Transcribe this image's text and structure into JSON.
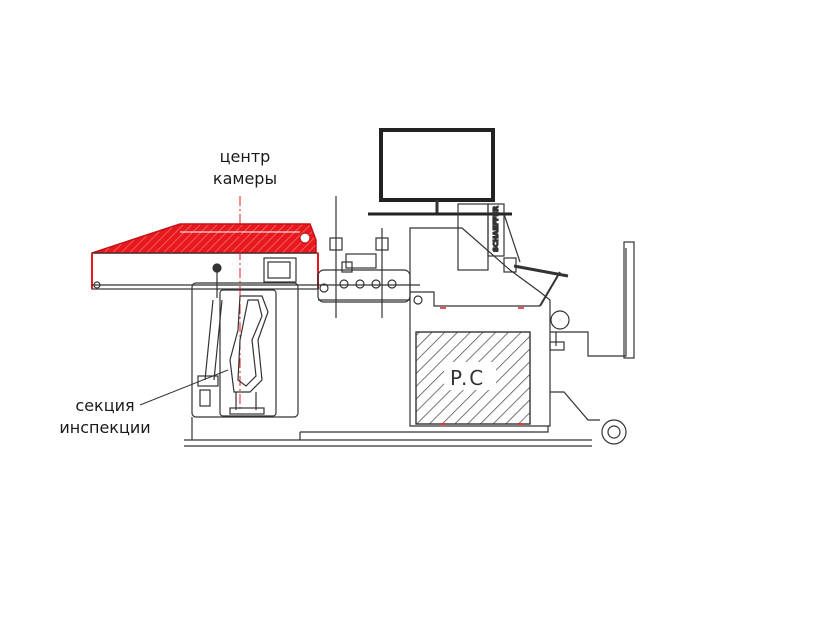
{
  "labels": {
    "camera_center_line1": "центр",
    "camera_center_line2": "камеры",
    "inspection_section_line1": "секция",
    "inspection_section_line2": "инспекции",
    "pc": "P.C",
    "brand_mark": "SCHAEFFER"
  },
  "colors": {
    "line": "#333333",
    "highlight": "#e8191e",
    "hatch": "#555555",
    "background": "#ffffff"
  }
}
